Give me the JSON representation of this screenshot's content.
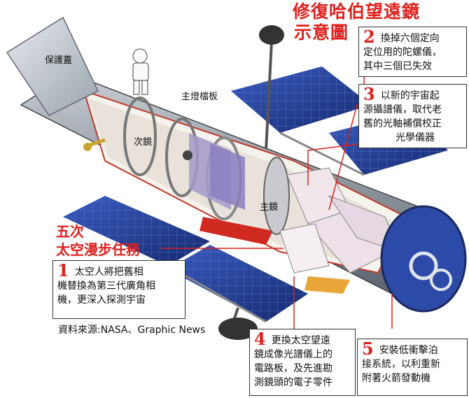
{
  "title": {
    "line1": "修復哈伯望遠鏡",
    "line2": "示意圖"
  },
  "labels": {
    "protective_cover": "保護蓋",
    "main_baffle": "主燈檔板",
    "secondary_mirror": "次鏡",
    "primary_mirror": "主鏡"
  },
  "mission": {
    "line1": "五次",
    "line2": "太空漫步任務"
  },
  "callouts": [
    {
      "num": "1",
      "text_lines": [
        "太空人將把舊相",
        "機替換為第三代廣角相",
        "機，更深入探測宇宙"
      ]
    },
    {
      "num": "2",
      "text_lines": [
        "換掉六個定向",
        "定位用的陀螺儀，",
        "其中三個已失效"
      ]
    },
    {
      "num": "3",
      "text_lines": [
        "以新的宇宙起",
        "源攝譜儀，取代老",
        "舊的光軸補償校正",
        "光學儀器"
      ]
    },
    {
      "num": "4",
      "text_lines": [
        "更換太空望遠",
        "鏡成像光譜儀上的",
        "電路板，及先進勘",
        "測鏡頭的電子零件"
      ]
    },
    {
      "num": "5",
      "text_lines": [
        "安裝低衝擊泊",
        "接系統，以利重新",
        "附著火箭發動機"
      ]
    }
  ],
  "source": "資料來源:NASA、Graphic News",
  "colors": {
    "accent": "#e0201c",
    "panel": "#1e3a8a",
    "hull": "#9aa3ad"
  }
}
